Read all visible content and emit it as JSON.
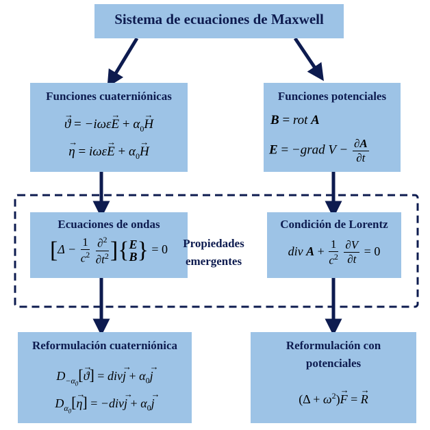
{
  "top": {
    "title": "Sistema de ecuaciones de Maxwell"
  },
  "cuaternionicas": {
    "title": "Funciones cuaterniónicas",
    "eq1": "ϑ⃗ = −iωεE⃗ + α₀H⃗",
    "eq2": "η⃗ = iωεE⃗ + α₀H⃗"
  },
  "potenciales": {
    "title": "Funciones potenciales",
    "eq1": "B = rot A",
    "eq2": "E = −grad V − ∂A/∂t"
  },
  "ondas": {
    "title": "Ecuaciones de ondas",
    "eq1": "[Δ − (1/c²) ∂²/∂t²]{E, B} = 0"
  },
  "lorentz": {
    "title": "Condición de Lorentz",
    "eq1": "div A + (1/c²) ∂V/∂t = 0"
  },
  "emergentes": {
    "line1": "Propiedades",
    "line2": "emergentes"
  },
  "reform_cuat": {
    "title": "Reformulación cuaterniónica",
    "eq1": "D₋α₀[ϑ⃗] = div j⃗ + α₀j⃗",
    "eq2": "Dα₀[η⃗] = −div j⃗ + α₀j⃗"
  },
  "reform_pot": {
    "title_line1": "Reformulación con",
    "title_line2": "potenciales",
    "eq1": "(Δ + ω²)F⃗ = R⃗"
  },
  "colors": {
    "box": "#9dc3e6",
    "arrow": "#0d1b4f",
    "text": "#0d1b4f"
  }
}
